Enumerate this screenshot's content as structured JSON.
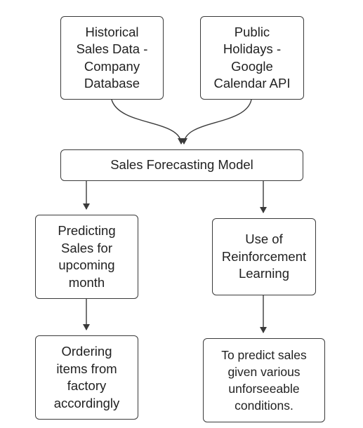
{
  "diagram": {
    "nodes": {
      "historical": {
        "label": "Historical\nSales Data -\nCompany\nDatabase"
      },
      "holidays": {
        "label": "Public\nHolidays -\nGoogle\nCalendar API"
      },
      "model": {
        "label": "Sales Forecasting Model"
      },
      "predicting": {
        "label": "Predicting\nSales for\nupcoming\nmonth"
      },
      "reinforcement": {
        "label": "Use of\nReinforcement\nLearning"
      },
      "ordering": {
        "label": "Ordering\nitems from\nfactory\naccordingly"
      },
      "conditions": {
        "label": "To predict sales\ngiven various\nunforseeable\nconditions."
      }
    },
    "edges": [
      {
        "from": "historical",
        "to": "model"
      },
      {
        "from": "holidays",
        "to": "model"
      },
      {
        "from": "model",
        "to": "predicting"
      },
      {
        "from": "model",
        "to": "reinforcement"
      },
      {
        "from": "predicting",
        "to": "ordering"
      },
      {
        "from": "reinforcement",
        "to": "conditions"
      }
    ],
    "colors": {
      "stroke": "#3a3a3a",
      "text": "#222222",
      "background": "#ffffff"
    }
  }
}
